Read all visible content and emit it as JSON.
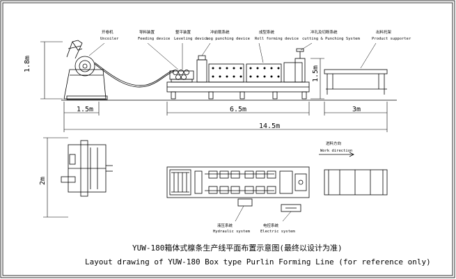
{
  "labels": {
    "uncoiler_cn": "开卷机",
    "uncoiler_en": "Uncoiler",
    "feeding_cn": "导料装置",
    "feeding_en": "Feeding device",
    "leveling_cn": "整平装置",
    "leveling_en": "Leveling device",
    "prepunch_cn": "冲前裁系统",
    "prepunch_en": "Log punching device",
    "rollforming_cn": "成型系统",
    "rollforming_en": "Roll forming device",
    "cutting_cn": "冲孔及切断系统",
    "cutting_en": "cutting & Punching System",
    "support_cn": "出料托架",
    "support_en": "Product supporter",
    "hydraulic_cn": "液压系统",
    "hydraulic_en": "Hydraulic system",
    "electric_cn": "电控系统",
    "electric_en": "Electric system",
    "work_dir_cn": "进料方向",
    "work_dir_en": "Work direction"
  },
  "dimensions": {
    "h_uncoiler": "1.8m",
    "h_cutting": "1.5m",
    "len_uncoiler": "1.5m",
    "len_forming": "6.5m",
    "len_support": "3m",
    "len_total": "14.5m",
    "width_plan": "2m"
  },
  "title": {
    "cn": "YUW-180箱体式檩条生产线平面布置示意图(最终以设计为准)",
    "en": "Layout drawing of YUW-180 Box type Purlin Forming Line (for reference only)"
  }
}
